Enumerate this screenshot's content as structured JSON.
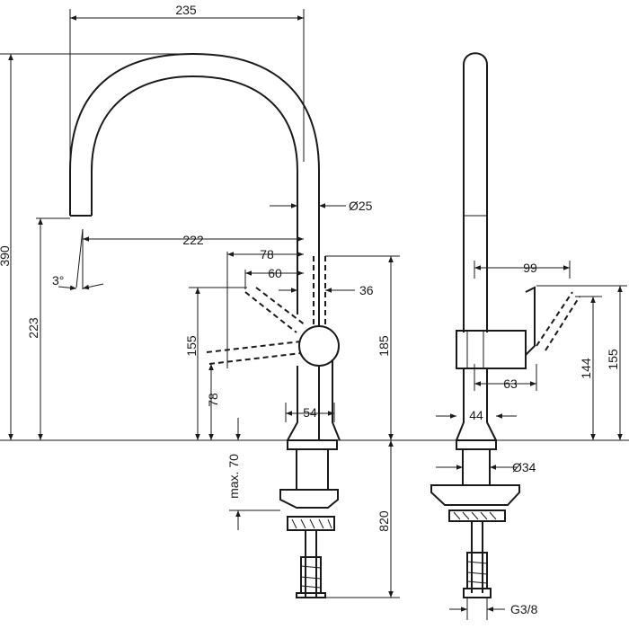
{
  "front_view": {
    "width_top": "235",
    "total_height": "390",
    "spout_height": "223",
    "spout_diameter": "Ø25",
    "spout_reach": "222",
    "spout_angle": "3°",
    "lever_reach": "78",
    "lever_offset": "60",
    "body_width_36": "36",
    "lever_height": "155",
    "lever_low": "78",
    "body_height": "185",
    "base_width": "54",
    "max_thickness": "max. 70",
    "shank_length": "820"
  },
  "side_view": {
    "lever_depth": "99",
    "lever_throw": "63",
    "height_144": "144",
    "height_155": "155",
    "base_width": "44",
    "shank_diameter": "Ø34",
    "thread": "G3/8"
  }
}
